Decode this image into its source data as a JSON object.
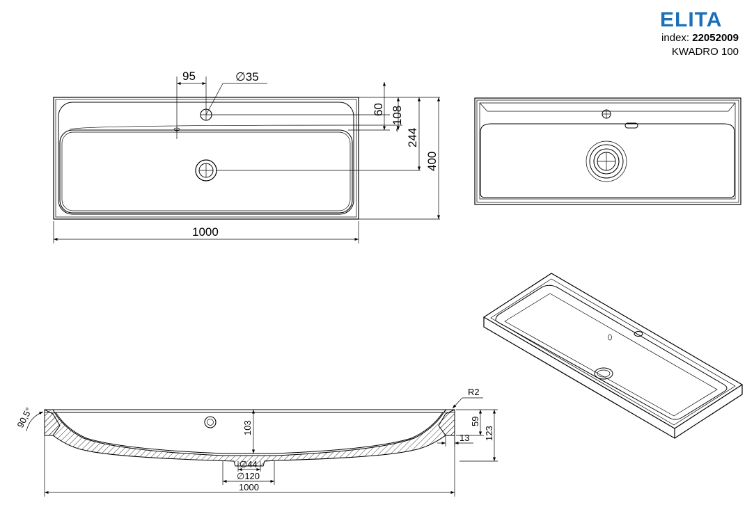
{
  "brand": {
    "logo_text": "ELITA",
    "logo_color": "#1c6fb8",
    "index_label": "index: ",
    "index_value": "22052009",
    "model_name": "KWADRO 100"
  },
  "top_view": {
    "dim_tap_offset": "95",
    "dim_tap_diameter": "∅35",
    "dim_60": "60",
    "dim_108": "~108",
    "dim_244": "244",
    "dim_400": "400",
    "dim_width": "1000"
  },
  "section_view": {
    "dim_angle": "90,5°",
    "dim_radius": "R2",
    "dim_depth": "103",
    "dim_59": "59",
    "dim_123": "123",
    "dim_13": "13",
    "dim_drain_inner": "∅44",
    "dim_drain_outer": "∅120",
    "dim_width": "1000"
  }
}
